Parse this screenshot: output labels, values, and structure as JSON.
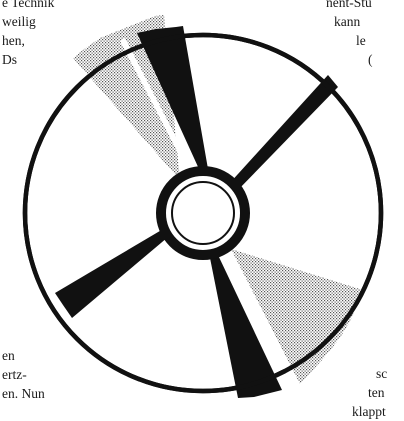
{
  "text_fragments": {
    "top_left": [
      "e Technik",
      "weilig",
      "hen,",
      "Ds"
    ],
    "top_right": [
      "nent-Stu",
      "kann",
      "le",
      "("
    ],
    "bottom_left": [
      "en",
      "ertz-",
      "en. Nun"
    ],
    "bottom_right": [
      "sc",
      "ten",
      "klappt"
    ]
  },
  "figure": {
    "subject": "compact-disc-icon",
    "stroke_color": "#111111",
    "fill_color": "#ffffff",
    "stipple_color": "#555555"
  }
}
